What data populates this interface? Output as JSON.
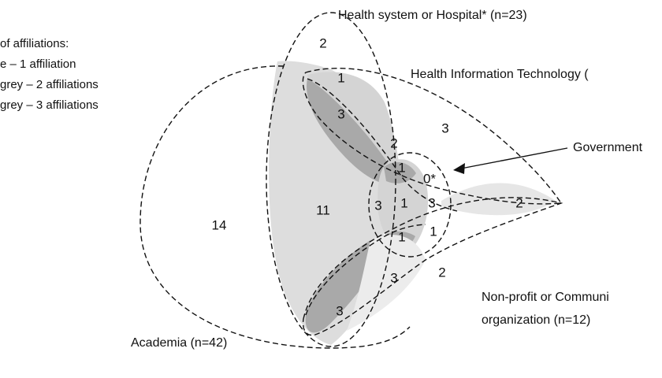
{
  "legend": {
    "title": "of affiliations:",
    "items": [
      {
        "text": "e – 1 affiliation",
        "color": "#ececec"
      },
      {
        "text": "grey – 2 affiliations",
        "color": "#cfcfcf"
      },
      {
        "text": "grey – 3 affiliations",
        "color": "#a9a9a9"
      }
    ]
  },
  "sets": {
    "hospital": "Health system or Hospital* (n=23)",
    "hit": "Health Information Technology (",
    "government": "Government",
    "nonprofit_line1": "Non-profit or Communi",
    "nonprofit_line2": "organization (n=12)",
    "academia": "Academia (n=42)"
  },
  "regions": {
    "academia_only": "14",
    "academia_hospital": "11",
    "hospital_only": "2",
    "hospital_hit": "1",
    "academia_hospital_hit": "3",
    "hit_only": "3",
    "hit_upper_center": "2",
    "gov_hospital_hit": "1",
    "gov_only": "0*",
    "gov_academia": "3",
    "gov_center": "1",
    "gov_right": "3",
    "hit_nonprofit": "2",
    "gov_lower_left": "1",
    "gov_lower_right": "1",
    "lower_center": "3",
    "nonprofit_only": "2",
    "academia_nonprofit": "3"
  }
}
